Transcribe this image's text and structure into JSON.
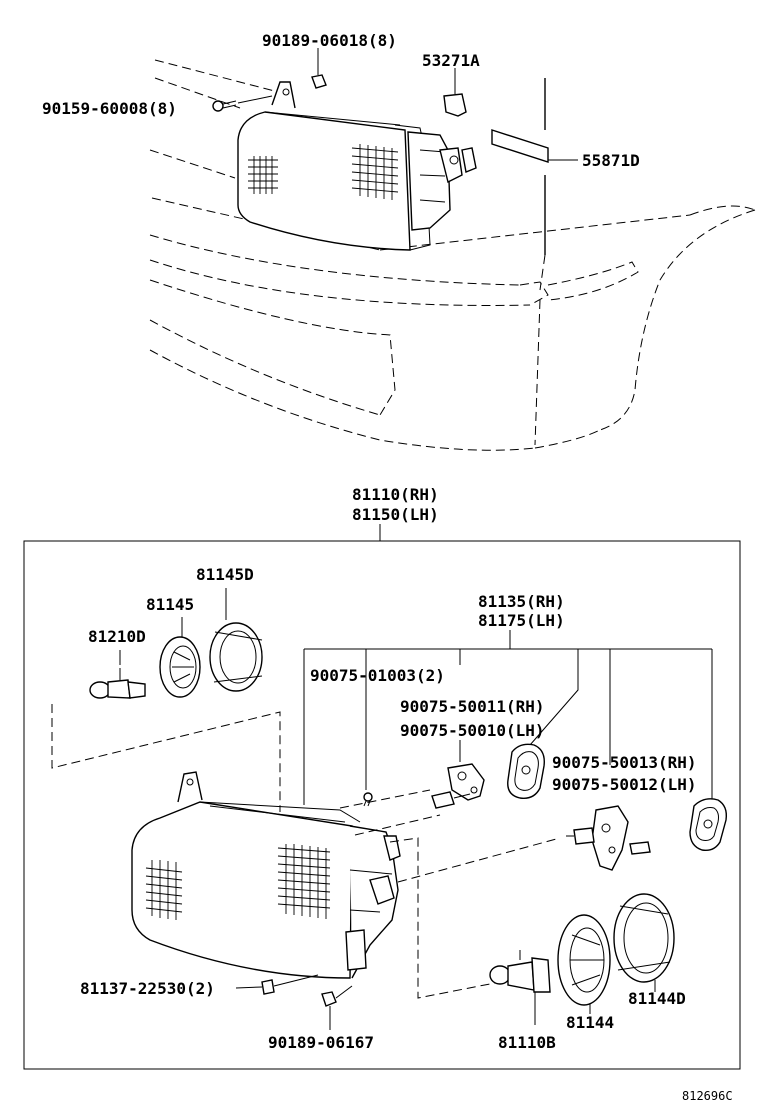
{
  "diagram_id": "812696C",
  "top_labels": {
    "p90189_06018": "90189-06018(8)",
    "p53271a": "53271A",
    "p90159_60008": "90159-60008(8)",
    "p55871d": "55871D"
  },
  "assembly_labels": {
    "p81110": "81110(RH)",
    "p81150": "81150(LH)",
    "p81145d": "81145D",
    "p81145": "81145",
    "p81210d": "81210D",
    "p81135": "81135(RH)",
    "p81175": "81175(LH)",
    "p90075_01003": "90075-01003(2)",
    "p90075_50011": "90075-50011(RH)",
    "p90075_50010": "90075-50010(LH)",
    "p90075_50013": "90075-50013(RH)",
    "p90075_50012": "90075-50012(LH)",
    "p81137_22530": "81137-22530(2)",
    "p90189_06167": "90189-06167",
    "p81144d": "81144D",
    "p81144": "81144",
    "p81110b": "81110B"
  }
}
